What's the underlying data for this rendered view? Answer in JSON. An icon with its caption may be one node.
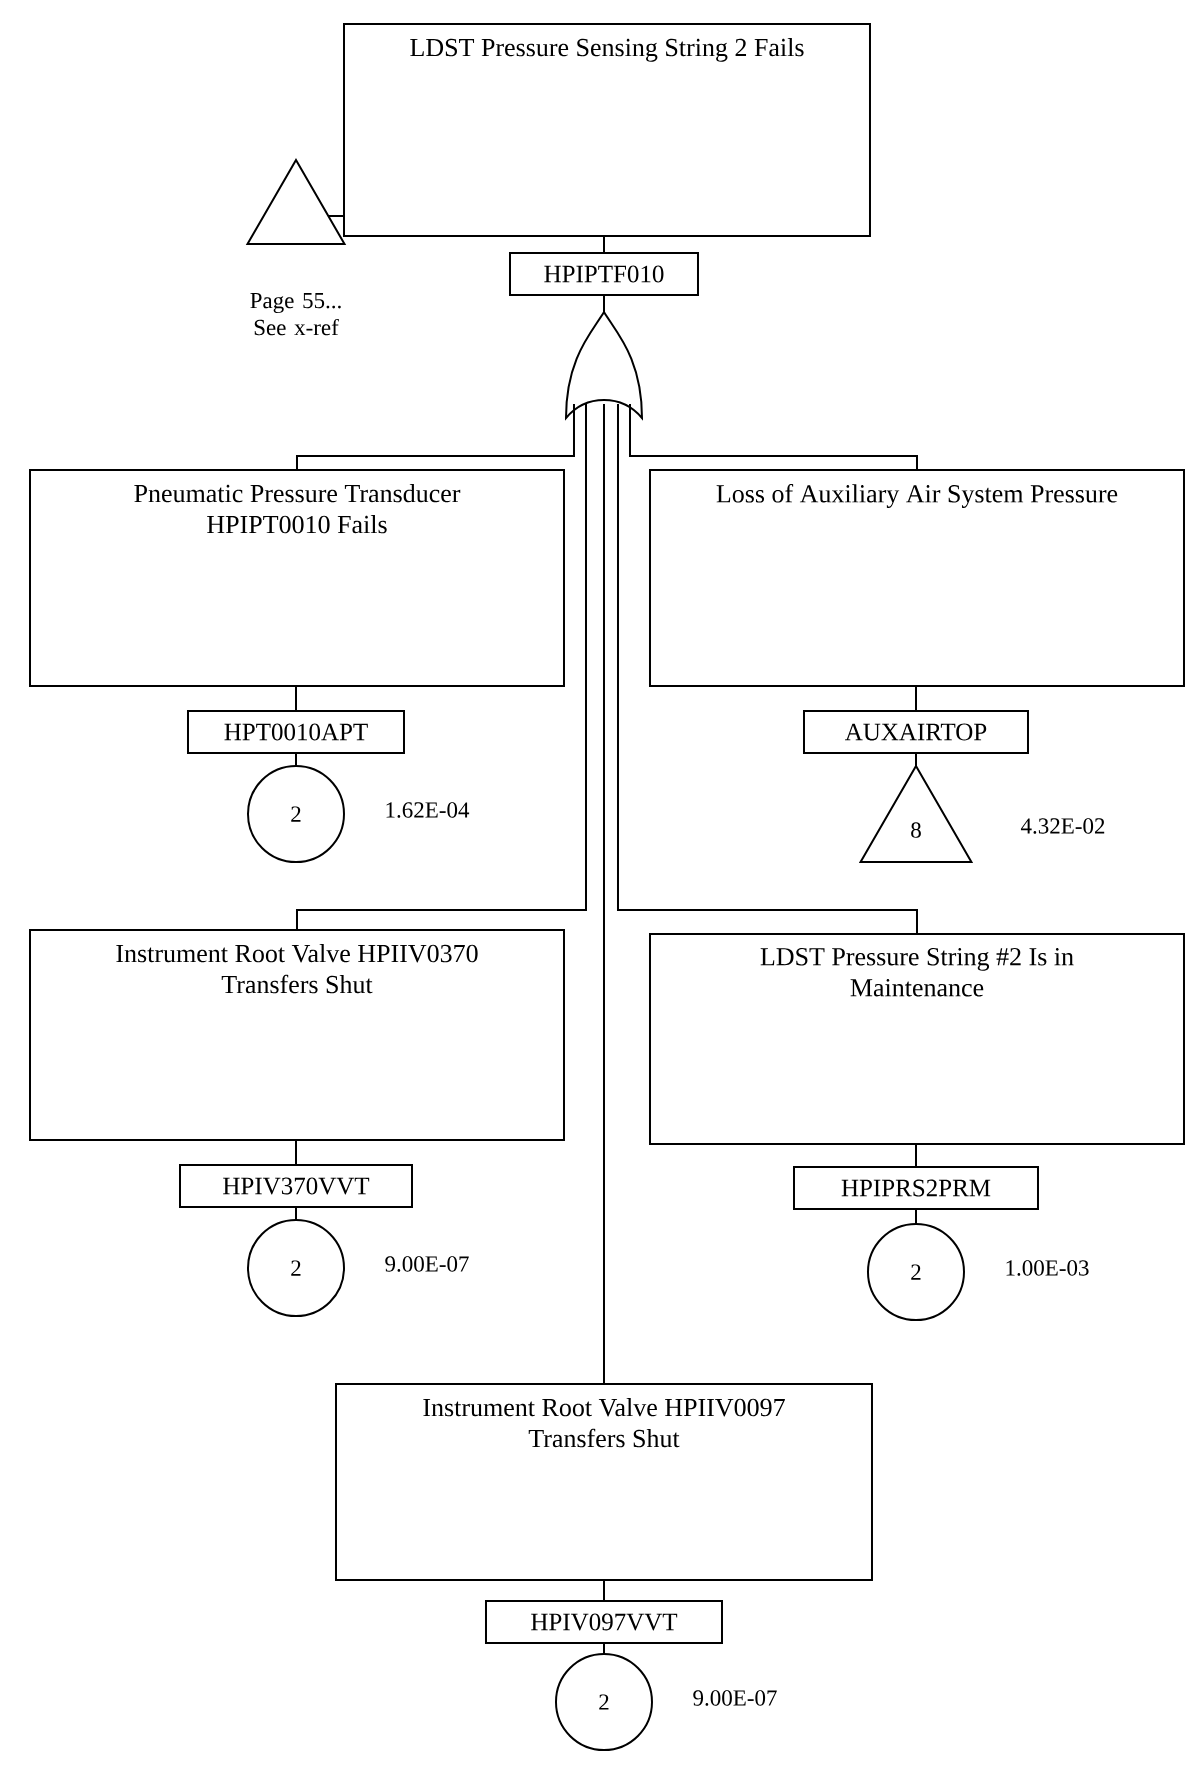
{
  "diagram": {
    "nodes": [
      {
        "text": [
          "LDST Pressure Sensing String 2 Fails"
        ]
      },
      {
        "text": [
          "HPIPTF010"
        ]
      },
      {
        "text": [],
        "shape": "gate"
      },
      {
        "text": [],
        "shape": "triangle",
        "beside": [
          "Page 55... See x-ref"
        ]
      },
      {
        "text": [
          "Pneumatic Pressure Transducer HPIPT0010 Fails"
        ]
      },
      {
        "text": [
          "HPT0010APT"
        ]
      },
      {
        "text": [
          "2"
        ],
        "beside": [
          "1.62E-04"
        ]
      },
      {
        "text": [
          "Loss of Auxiliary Air System Pressure"
        ]
      },
      {
        "text": [
          "AUXAIRTOP"
        ]
      },
      {
        "text": [
          "8"
        ],
        "beside": [
          "4.32E-02"
        ]
      },
      {
        "text": [
          "Instrument Root Valve HPIIV0370 Transfers Shut"
        ]
      },
      {
        "text": [
          "HPIV370VVT"
        ]
      },
      {
        "text": [
          "2"
        ],
        "beside": [
          "9.00E-07"
        ]
      },
      {
        "text": [
          "LDST Pressure String #2 Is in Maintenance"
        ]
      },
      {
        "text": [
          "HPIPRS2PRM"
        ]
      },
      {
        "text": [
          "2"
        ],
        "beside": [
          "1.00E-03"
        ]
      },
      {
        "text": [
          "Instrument Root Valve HPIIV0097 Transfers Shut"
        ]
      },
      {
        "text": [
          "HPIV097VVT"
        ]
      },
      {
        "text": [
          "2"
        ],
        "beside": [
          "9.00E-07"
        ]
      }
    ],
    "edges": [
      {
        "from": 3,
        "to": 0,
        "arrow": "none"
      },
      {
        "from": 0,
        "to": 1,
        "arrow": "none"
      },
      {
        "from": 1,
        "to": 2,
        "arrow": "none"
      },
      {
        "from": 2,
        "to": 4,
        "arrow": "none"
      },
      {
        "from": 2,
        "to": 7,
        "arrow": "none"
      },
      {
        "from": 2,
        "to": 10,
        "arrow": "none"
      },
      {
        "from": 2,
        "to": 13,
        "arrow": "none"
      },
      {
        "from": 2,
        "to": 16,
        "arrow": "none"
      },
      {
        "from": 4,
        "to": 5,
        "arrow": "none"
      },
      {
        "from": 5,
        "to": 6,
        "arrow": "none"
      },
      {
        "from": 7,
        "to": 8,
        "arrow": "none"
      },
      {
        "from": 8,
        "to": 9,
        "arrow": "none"
      },
      {
        "from": 10,
        "to": 11,
        "arrow": "none"
      },
      {
        "from": 11,
        "to": 12,
        "arrow": "none"
      },
      {
        "from": 13,
        "to": 14,
        "arrow": "none"
      },
      {
        "from": 14,
        "to": 15,
        "arrow": "none"
      },
      {
        "from": 16,
        "to": 17,
        "arrow": "none"
      },
      {
        "from": 17,
        "to": 18,
        "arrow": "none"
      }
    ]
  }
}
